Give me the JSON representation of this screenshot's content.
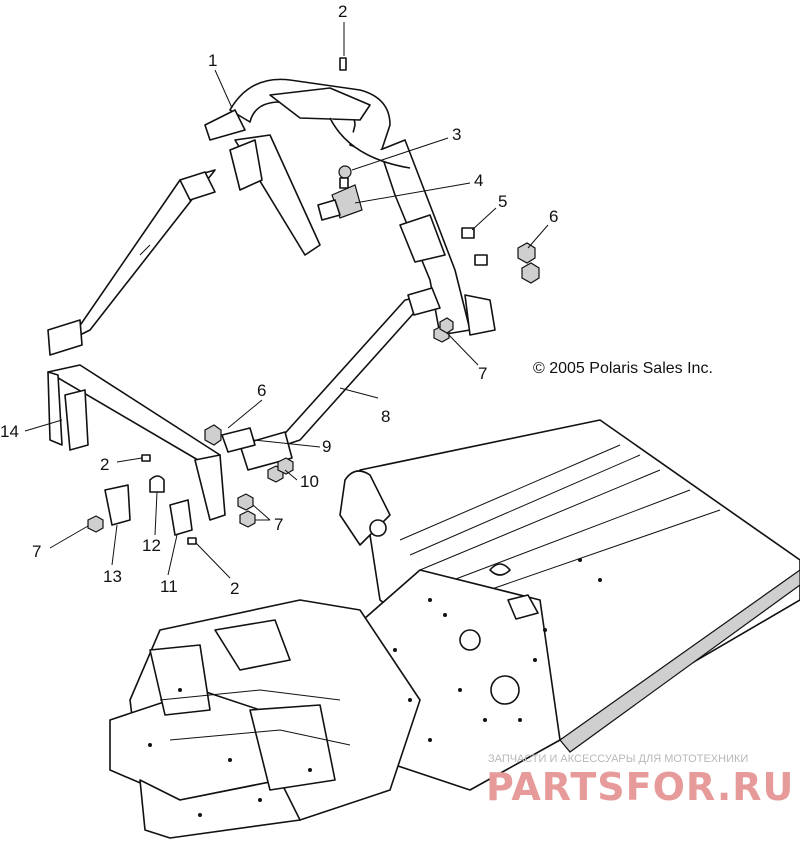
{
  "callouts": [
    {
      "label": "1"
    },
    {
      "label": "2"
    },
    {
      "label": "3"
    },
    {
      "label": "4"
    },
    {
      "label": "5"
    },
    {
      "label": "6"
    },
    {
      "label": "7"
    },
    {
      "label": "6"
    },
    {
      "label": "8"
    },
    {
      "label": "9"
    },
    {
      "label": "10"
    },
    {
      "label": "14"
    },
    {
      "label": "2"
    },
    {
      "label": "7"
    },
    {
      "label": "12"
    },
    {
      "label": "7"
    },
    {
      "label": "13"
    },
    {
      "label": "11"
    },
    {
      "label": "2"
    }
  ],
  "copyright": "© 2005 Polaris Sales Inc.",
  "watermark": {
    "subtitle": "ЗАПЧАСТИ И АКСЕССУАРЫ ДЛЯ МОТОТЕХНИКИ",
    "logo": "PARTSFOR.RU"
  }
}
